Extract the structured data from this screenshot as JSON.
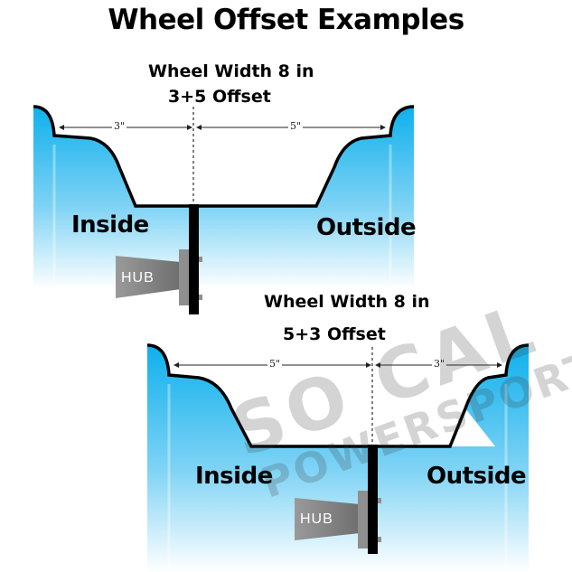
{
  "title": "Wheel Offset Examples",
  "examples": [
    {
      "caption_line1": "Wheel Width 8 in",
      "caption_line2": "3+5 Offset",
      "inside_label": "Inside",
      "outside_label": "Outside",
      "left_dim": "3\"",
      "right_dim": "5\"",
      "hub_label": "HUB"
    },
    {
      "caption_line1": "Wheel Width 8 in",
      "caption_line2": "5+3 Offset",
      "inside_label": "Inside",
      "outside_label": "Outside",
      "left_dim": "5\"",
      "right_dim": "3\"",
      "hub_label": "HUB"
    }
  ],
  "watermark": {
    "line1": "SO CAL",
    "line2": "POWERSPORTS"
  },
  "colors": {
    "wheel_fill_top": "#1fb5ea",
    "wheel_fill_bottom": "#ffffff",
    "hub_gray": "#8a8a8a",
    "outline": "#000000"
  }
}
